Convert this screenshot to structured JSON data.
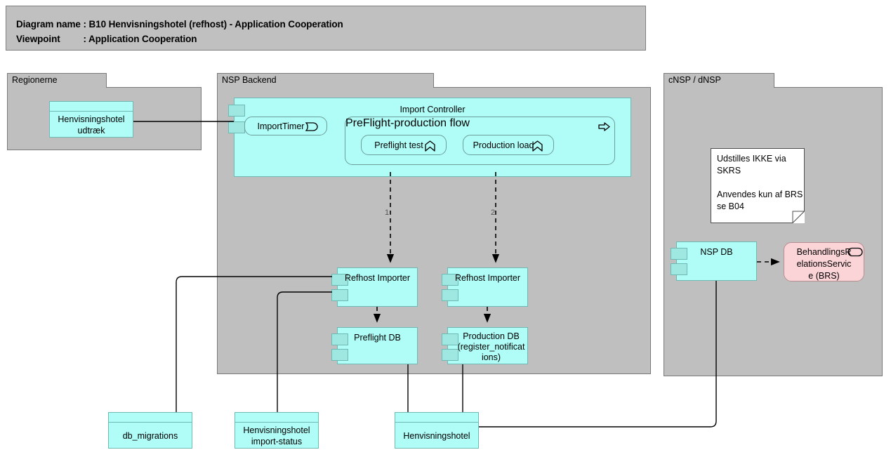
{
  "header": {
    "line1": "Diagram name : B10 Henvisningshotel (refhost) - Application Cooperation",
    "line2": "Viewpoint         : Application Cooperation"
  },
  "groups": [
    {
      "id": "regionerne",
      "label": "Regionerne"
    },
    {
      "id": "nsp-backend",
      "label": "NSP Backend"
    },
    {
      "id": "cnsp-dnsp",
      "label": "cNSP / dNSP"
    }
  ],
  "elements": {
    "henvisningshotel_udtraek": {
      "label": "Henvisningshotel\nudtræk",
      "type": "data-object"
    },
    "import_controller": {
      "label": "Import Controller",
      "type": "component"
    },
    "import_timer": {
      "label": "ImportTimer",
      "type": "application-event",
      "icon": "event-icon"
    },
    "preflight_production_flow": {
      "label": "PreFlight-production flow",
      "type": "application-process",
      "icon": "process-arrow-icon"
    },
    "preflight_test": {
      "label": "Preflight test",
      "type": "application-function",
      "icon": "function-icon"
    },
    "production_load": {
      "label": "Production load",
      "type": "application-function",
      "icon": "function-icon"
    },
    "refhost_importer_left": {
      "label": "Refhost Importer",
      "type": "component"
    },
    "refhost_importer_right": {
      "label": "Refhost Importer",
      "type": "component"
    },
    "preflight_db": {
      "label": "Preflight DB",
      "type": "component"
    },
    "production_db": {
      "label": "Production DB\n(register_notificat\nions)",
      "type": "component"
    },
    "db_migrations": {
      "label": "db_migrations",
      "type": "data-object"
    },
    "henvisningshotel_import_status": {
      "label": "Henvisningshotel\nimport-status",
      "type": "data-object"
    },
    "henvisningshotel": {
      "label": "Henvisningshotel",
      "type": "data-object"
    },
    "nsp_db": {
      "label": "NSP DB",
      "type": "component"
    },
    "brs": {
      "label": "BehandlingsR\nelationsServic\ne (BRS)",
      "type": "application-service",
      "icon": "service-oval-icon"
    },
    "note": {
      "text": "Udstilles IKKE via SKRS\n\nAnvendes kun af BRS\nse B04",
      "type": "note"
    }
  },
  "connector_labels": {
    "one": "1.",
    "two": "2."
  },
  "colors": {
    "group_fill": "#bfbfbf",
    "group_border": "#7a7a7a",
    "component_fill": "#b0fcf6",
    "component_border": "#6fb9b4",
    "service_fill": "#fbd4d8",
    "service_border": "#b78f93",
    "note_fill": "#ffffff",
    "header_fill": "#c0c0c0",
    "line": "#000000"
  }
}
